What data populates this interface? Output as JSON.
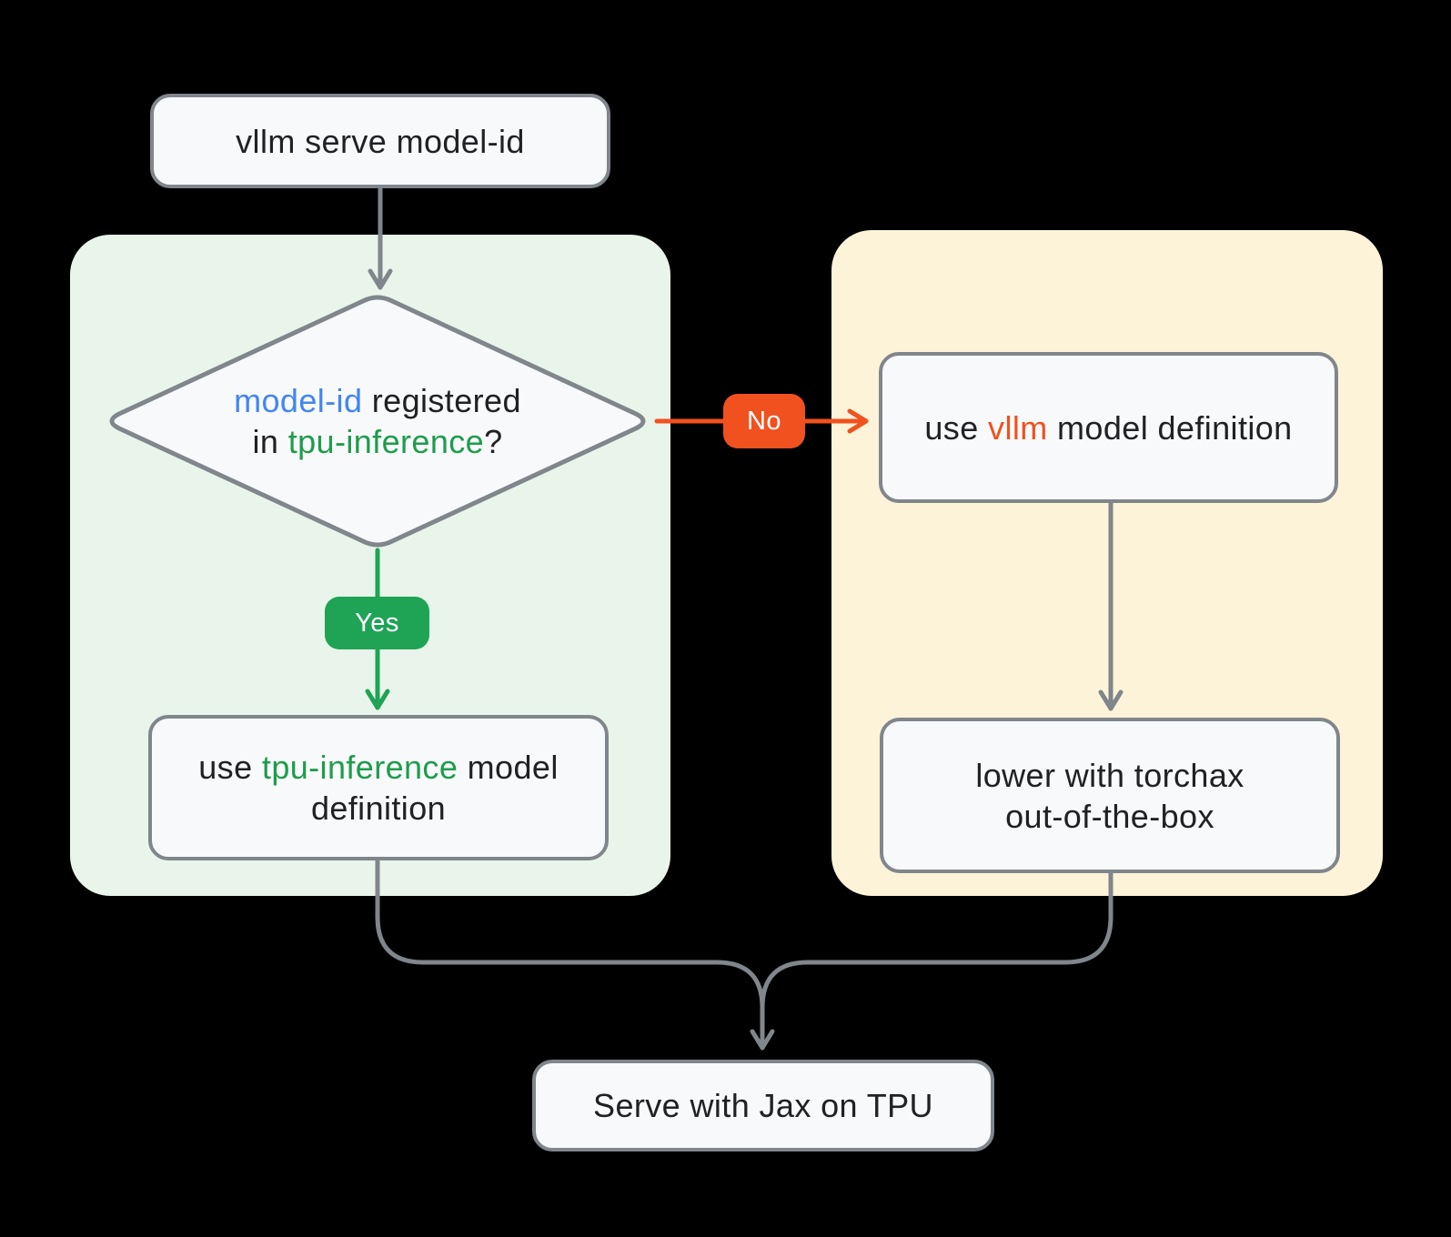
{
  "colors": {
    "background": "#000000",
    "node_fill": "#f8f9fa",
    "line_gray": "#80868b",
    "text": "#202124",
    "blue": "#4285f4",
    "green": "#1e9c4d",
    "green_badge": "#1fa355",
    "orange": "#f1511f",
    "panel_green": "#e9f4ea",
    "panel_yellow": "#fcf3d9",
    "badge_text": "#ffffff"
  },
  "nodes": {
    "start": {
      "lines": [
        [
          {
            "t": "vllm serve model-id"
          }
        ]
      ]
    },
    "decision": {
      "lines": [
        [
          {
            "t": "model-id",
            "c": "blue"
          },
          {
            "t": " registered"
          }
        ],
        [
          {
            "t": "in "
          },
          {
            "t": "tpu-inference",
            "c": "green"
          },
          {
            "t": "?"
          }
        ]
      ]
    },
    "use_tpu_inference": {
      "lines": [
        [
          {
            "t": "use "
          },
          {
            "t": "tpu-inference",
            "c": "green"
          },
          {
            "t": " model"
          }
        ],
        [
          {
            "t": "definition"
          }
        ]
      ]
    },
    "use_vllm": {
      "lines": [
        [
          {
            "t": "use "
          },
          {
            "t": "vllm",
            "c": "orange"
          },
          {
            "t": " model definition"
          }
        ]
      ]
    },
    "lower_torchax": {
      "lines": [
        [
          {
            "t": "lower with torchax"
          }
        ],
        [
          {
            "t": "out-of-the-box"
          }
        ]
      ]
    },
    "end": {
      "lines": [
        [
          {
            "t": "Serve with Jax on TPU"
          }
        ]
      ]
    }
  },
  "edges": {
    "yes": {
      "label": "Yes"
    },
    "no": {
      "label": "No"
    }
  }
}
